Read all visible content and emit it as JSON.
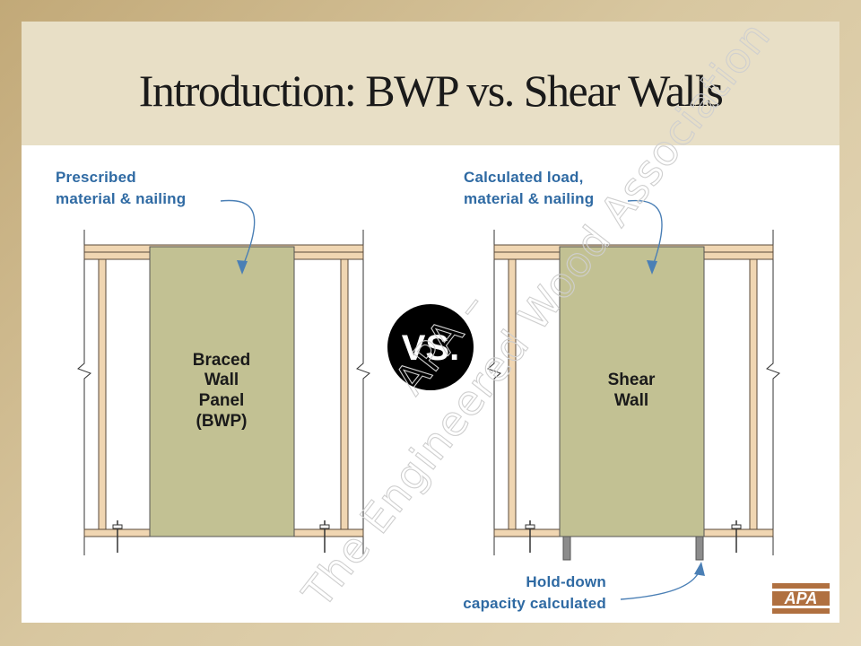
{
  "slide": {
    "title": "Introduction: BWP vs. Shear Walls"
  },
  "left_wall": {
    "callout": [
      "Prescribed",
      "material & nailing"
    ],
    "panel_label": [
      "Braced",
      "Wall",
      "Panel",
      "(BWP)"
    ]
  },
  "right_wall": {
    "callout": [
      "Calculated load,",
      "material & nailing"
    ],
    "panel_label": [
      "Shear",
      "Wall"
    ],
    "holddown_callout": [
      "Hold-down",
      "capacity calculated"
    ]
  },
  "vs_badge": {
    "label": "VS."
  },
  "watermark": {
    "line1": "APA –",
    "line2": "The Engineered Wood Association"
  },
  "logo": {
    "text": "APA"
  },
  "colors": {
    "panel": "#c2c193",
    "lumber": "#f0d6b2",
    "callout": "#2f6aa3",
    "arrow": "#4a7fb5",
    "title_band": "#e8dfc6"
  }
}
